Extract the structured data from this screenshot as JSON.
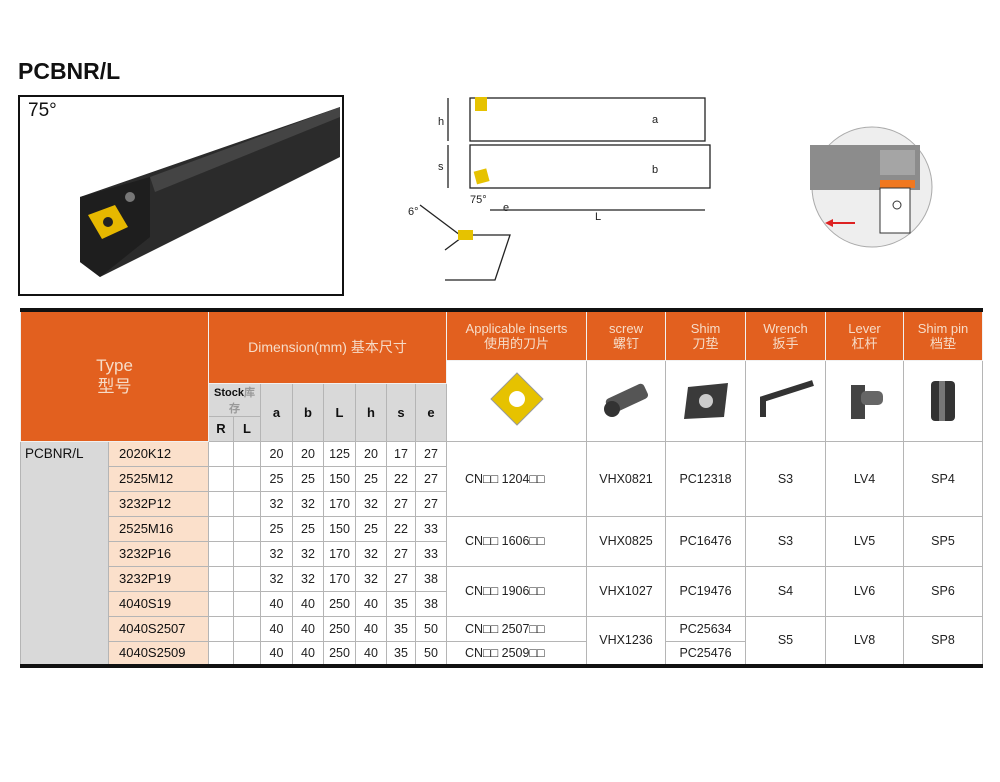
{
  "title": "PCBNR/L",
  "photo_angle": "75°",
  "diagram": {
    "labels": {
      "h": "h",
      "s": "s",
      "a": "a",
      "b": "b",
      "L": "L",
      "e": "e",
      "angle": "75°",
      "relief": "6°"
    }
  },
  "header": {
    "type_en": "Type",
    "type_cn": "型号",
    "dimension": "Dimension(mm) 基本尺寸",
    "stock": "Stock",
    "stock_cn": "库存",
    "R": "R",
    "L": "L",
    "dims": [
      "a",
      "b",
      "L",
      "h",
      "s",
      "e"
    ],
    "inserts_en": "Applicable inserts",
    "inserts_cn": "使用的刀片",
    "screw_en": "screw",
    "screw_cn": "螺钉",
    "shim_en": "Shim",
    "shim_cn": "刀垫",
    "wrench_en": "Wrench",
    "wrench_cn": "扳手",
    "lever_en": "Lever",
    "lever_cn": "杠杆",
    "shimpin_en": "Shim pin",
    "shimpin_cn": "档垫"
  },
  "series": "PCBNR/L",
  "rows": [
    {
      "code": "2020K12",
      "dims": [
        "20",
        "20",
        "125",
        "20",
        "17",
        "27"
      ]
    },
    {
      "code": "2525M12",
      "dims": [
        "25",
        "25",
        "150",
        "25",
        "22",
        "27"
      ]
    },
    {
      "code": "3232P12",
      "dims": [
        "32",
        "32",
        "170",
        "32",
        "27",
        "27"
      ]
    },
    {
      "code": "2525M16",
      "dims": [
        "25",
        "25",
        "150",
        "25",
        "22",
        "33"
      ]
    },
    {
      "code": "3232P16",
      "dims": [
        "32",
        "32",
        "170",
        "32",
        "27",
        "33"
      ]
    },
    {
      "code": "3232P19",
      "dims": [
        "32",
        "32",
        "170",
        "32",
        "27",
        "38"
      ]
    },
    {
      "code": "4040S19",
      "dims": [
        "40",
        "40",
        "250",
        "40",
        "35",
        "38"
      ]
    },
    {
      "code": "4040S2507",
      "dims": [
        "40",
        "40",
        "250",
        "40",
        "35",
        "50"
      ]
    },
    {
      "code": "4040S2509",
      "dims": [
        "40",
        "40",
        "250",
        "40",
        "35",
        "50"
      ]
    }
  ],
  "groups": [
    {
      "inserts": [
        "CN□□ 1204□□"
      ],
      "screw": "VHX0821",
      "shim": [
        "PC12318"
      ],
      "wrench": "S3",
      "lever": "LV4",
      "shimpin": "SP4"
    },
    {
      "inserts": [
        "CN□□ 1606□□"
      ],
      "screw": "VHX0825",
      "shim": [
        "PC16476"
      ],
      "wrench": "S3",
      "lever": "LV5",
      "shimpin": "SP5"
    },
    {
      "inserts": [
        "CN□□ 1906□□"
      ],
      "screw": "VHX1027",
      "shim": [
        "PC19476"
      ],
      "wrench": "S4",
      "lever": "LV6",
      "shimpin": "SP6"
    },
    {
      "inserts": [
        "CN□□ 2507□□",
        "CN□□ 2509□□"
      ],
      "screw": "VHX1236",
      "shim": [
        "PC25634",
        "PC25476"
      ],
      "wrench": "S5",
      "lever": "LV8",
      "shimpin": "SP8"
    }
  ]
}
